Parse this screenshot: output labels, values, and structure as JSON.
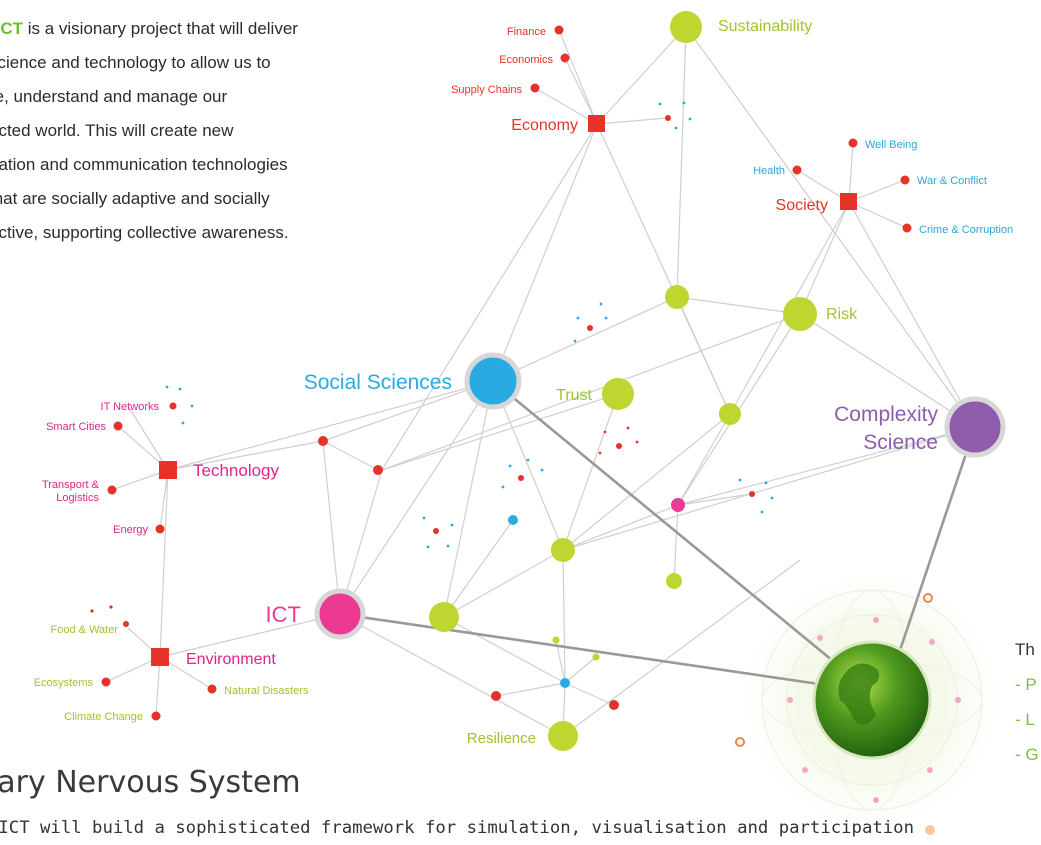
{
  "intro": {
    "brand": "rICT",
    "rest": " is a visionary project that will deliver",
    "lines": [
      "science and technology to allow us to",
      "re, understand and manage our",
      "ected world. This will create new",
      "nation and communication technologies",
      " that are socially adaptive and socially",
      "active, supporting collective awareness."
    ]
  },
  "section_title": "netary Nervous System",
  "footer_text": "rICT will build a sophisticated framework for simulation, visualisation and participation",
  "side_list": {
    "head": "Th",
    "items": [
      "- P",
      "- L",
      "- G"
    ]
  },
  "hubs": {
    "social_sciences": "Social Sciences",
    "ict": "ICT",
    "complexity_line1": "Complexity",
    "complexity_line2": "Science",
    "sustainability": "Sustainability",
    "risk": "Risk",
    "trust": "Trust",
    "resilience": "Resilience"
  },
  "categories": {
    "economy": "Economy",
    "society": "Society",
    "technology": "Technology",
    "environment": "Environment"
  },
  "leaves": {
    "finance": "Finance",
    "economics": "Economics",
    "supply_chains": "Supply Chains",
    "health": "Health",
    "well_being": "Well Being",
    "war_conflict": "War & Conflict",
    "crime_corruption": "Crime & Corruption",
    "it_networks": "IT Networks",
    "smart_cities": "Smart Cities",
    "transport_1": "Transport &",
    "transport_2": "Logistics",
    "energy": "Energy",
    "food_water": "Food & Water",
    "ecosystems": "Ecosystems",
    "natural_disasters": "Natural Disasters",
    "climate_change": "Climate Change"
  },
  "colors": {
    "economy": "#e63329",
    "society_leaf": "#e63329",
    "society_text": "#2aa7dc",
    "technology_text": "#e2238c",
    "environment_text": "#9ec42b",
    "social_sciences": "#29abe2",
    "ict": "#ec3a93",
    "complexity": "#8f5bab",
    "green_node": "#bfd630",
    "edge": "#cccccc"
  }
}
